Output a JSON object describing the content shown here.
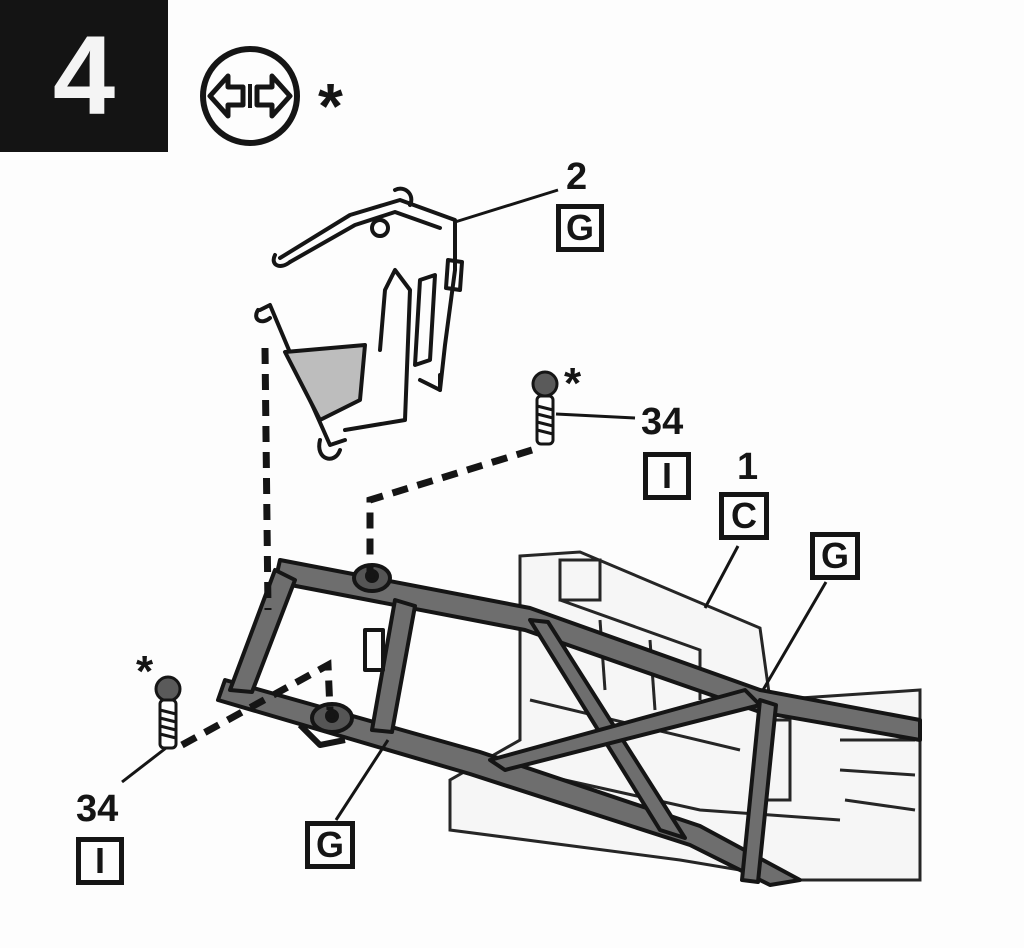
{
  "step": {
    "number": "4"
  },
  "symbol": {
    "icon": "both-sides-arrows-icon",
    "asterisk": "*"
  },
  "parts": [
    {
      "id": "part-2",
      "number": "2",
      "letter": "G"
    },
    {
      "id": "part-34-right",
      "number": "34",
      "letter": "I",
      "asterisk": "*"
    },
    {
      "id": "part-1",
      "number": "1",
      "letter": "C"
    },
    {
      "id": "frame-tag",
      "letter": "G"
    },
    {
      "id": "part-34-left",
      "number": "34",
      "letter": "I",
      "asterisk": "*"
    },
    {
      "id": "frame-tag-bottom",
      "letter": "G"
    }
  ],
  "colors": {
    "ink": "#151515",
    "paper": "#fdfdfd",
    "frame_gray": "#6e6e6e"
  }
}
